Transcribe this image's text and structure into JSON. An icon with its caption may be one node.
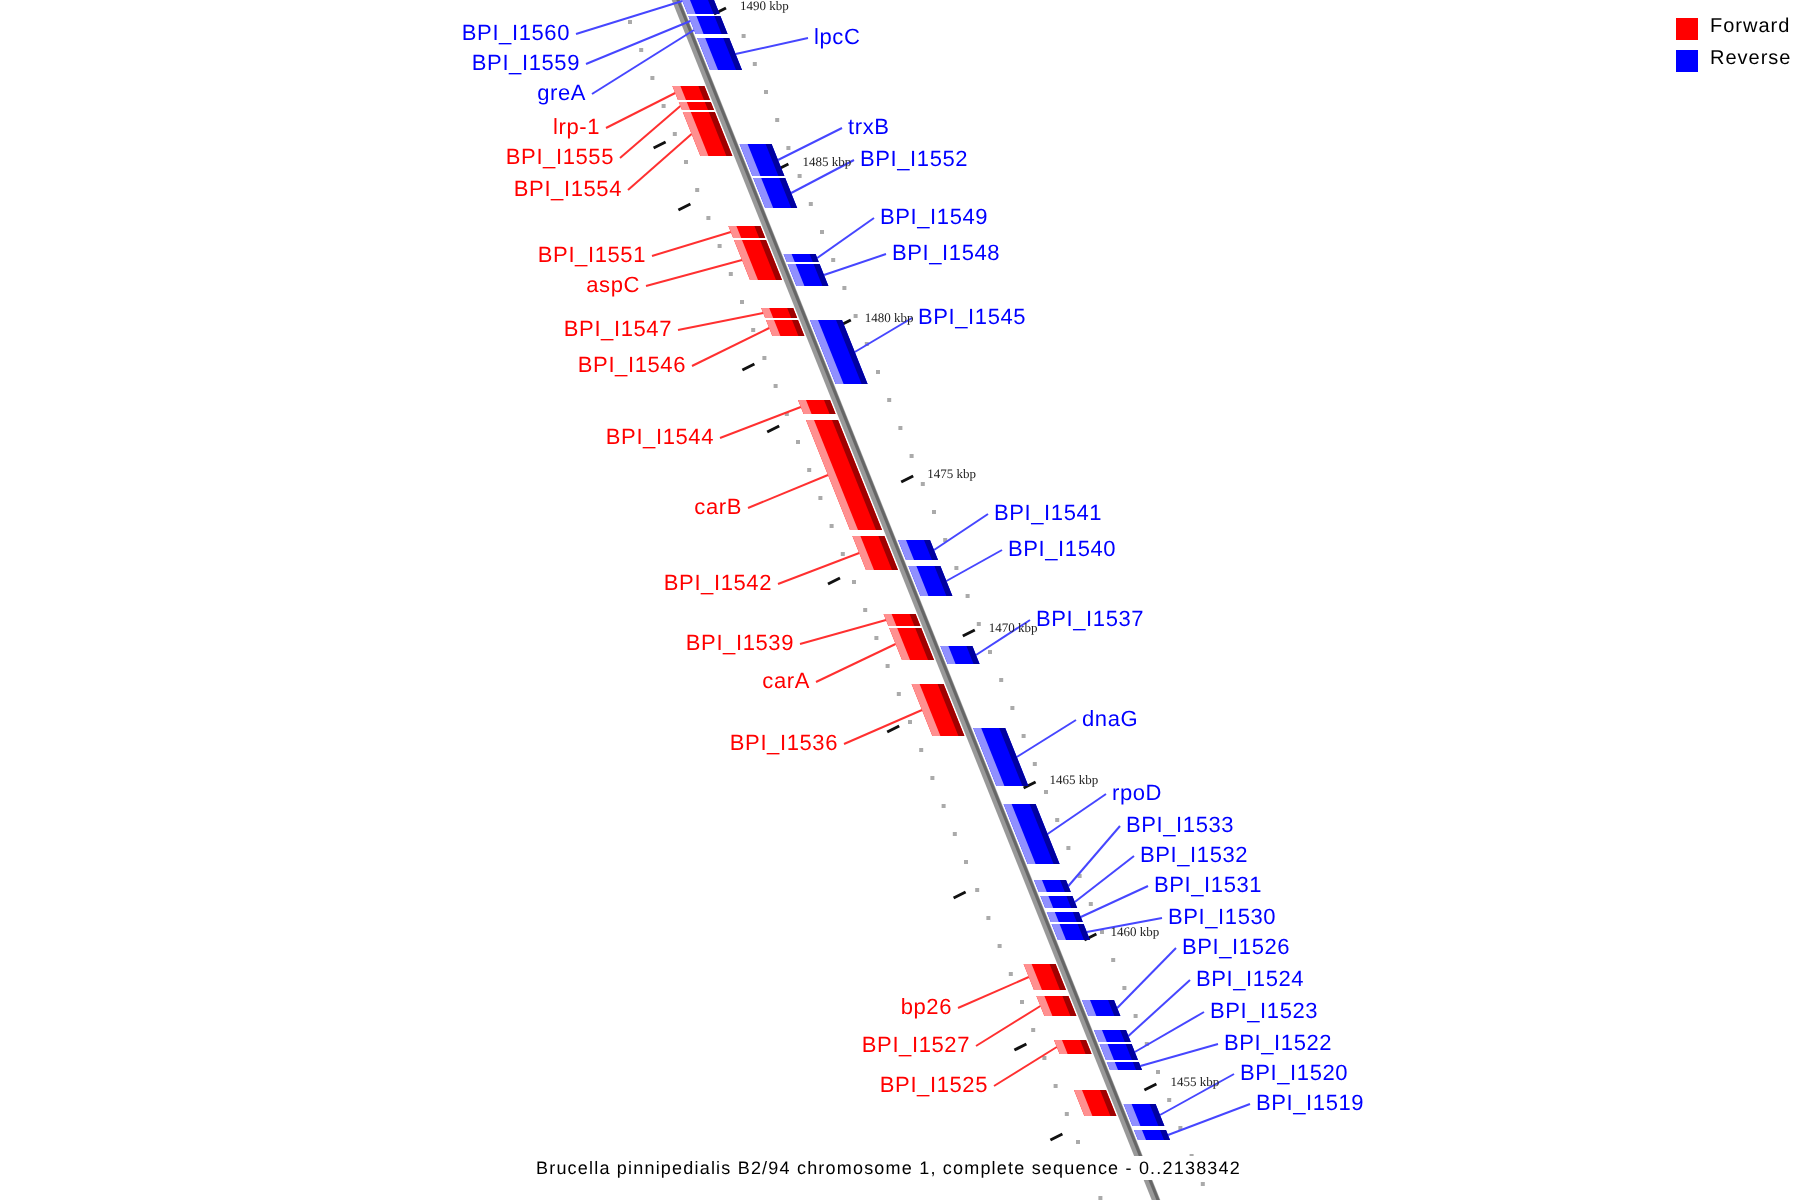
{
  "diagram": {
    "caption": "Brucella pinnipedialis B2/94 chromosome 1, complete sequence - 0..2138342",
    "nodes": [
      {
        "text": [
          "BPI_I1560"
        ]
      },
      {
        "text": [],
        "shape": "bar"
      },
      {
        "text": [
          "lpcC"
        ]
      },
      {
        "text": [],
        "shape": "bar"
      },
      {
        "text": [
          "BPI_I1559"
        ]
      },
      {
        "text": [],
        "shape": "bar"
      },
      {
        "text": [
          "greA"
        ]
      },
      {
        "text": [],
        "shape": "bar"
      },
      {
        "text": [
          "lrp-1"
        ]
      },
      {
        "text": [],
        "shape": "bar"
      },
      {
        "text": [
          "trxB"
        ]
      },
      {
        "text": [],
        "shape": "bar"
      },
      {
        "text": [
          "BPI_I1555"
        ]
      },
      {
        "text": [],
        "shape": "bar"
      },
      {
        "text": [
          "BPI_I1552"
        ]
      },
      {
        "text": [],
        "shape": "bar"
      },
      {
        "text": [
          "BPI_I1554"
        ]
      },
      {
        "text": [],
        "shape": "bar"
      },
      {
        "text": [
          "BPI_I1549"
        ]
      },
      {
        "text": [],
        "shape": "bar"
      },
      {
        "text": [
          "BPI_I1548"
        ]
      },
      {
        "text": [],
        "shape": "bar"
      },
      {
        "text": [
          "BPI_I1551"
        ]
      },
      {
        "text": [],
        "shape": "bar"
      },
      {
        "text": [
          "aspC"
        ]
      },
      {
        "text": [],
        "shape": "bar"
      },
      {
        "text": [
          "BPI_I1545"
        ]
      },
      {
        "text": [],
        "shape": "bar"
      },
      {
        "text": [
          "BPI_I1547"
        ]
      },
      {
        "text": [],
        "shape": "bar"
      },
      {
        "text": [
          "BPI_I1546"
        ]
      },
      {
        "text": [],
        "shape": "bar"
      },
      {
        "text": [
          "BPI_I1544"
        ]
      },
      {
        "text": [],
        "shape": "bar"
      },
      {
        "text": [
          "carB"
        ]
      },
      {
        "text": [],
        "shape": "bar"
      },
      {
        "text": [
          "BPI_I1541"
        ]
      },
      {
        "text": [],
        "shape": "bar"
      },
      {
        "text": [
          "BPI_I1540"
        ]
      },
      {
        "text": [],
        "shape": "bar"
      },
      {
        "text": [
          "BPI_I1542"
        ]
      },
      {
        "text": [],
        "shape": "bar"
      },
      {
        "text": [
          "BPI_I1537"
        ]
      },
      {
        "text": [],
        "shape": "bar"
      },
      {
        "text": [
          "BPI_I1539"
        ]
      },
      {
        "text": [],
        "shape": "bar"
      },
      {
        "text": [
          "carA"
        ]
      },
      {
        "text": [],
        "shape": "bar"
      },
      {
        "text": [
          "dnaG"
        ]
      },
      {
        "text": [],
        "shape": "bar"
      },
      {
        "text": [
          "BPI_I1536"
        ]
      },
      {
        "text": [],
        "shape": "bar"
      },
      {
        "text": [
          "rpoD"
        ]
      },
      {
        "text": [],
        "shape": "bar"
      },
      {
        "text": [
          "BPI_I1533"
        ]
      },
      {
        "text": [],
        "shape": "bar"
      },
      {
        "text": [
          "BPI_I1532"
        ]
      },
      {
        "text": [],
        "shape": "bar"
      },
      {
        "text": [
          "BPI_I1531"
        ]
      },
      {
        "text": [],
        "shape": "bar"
      },
      {
        "text": [
          "BPI_I1530"
        ]
      },
      {
        "text": [],
        "shape": "bar"
      },
      {
        "text": [
          "BPI_I1526"
        ]
      },
      {
        "text": [],
        "shape": "bar"
      },
      {
        "text": [
          "BPI_I1524"
        ]
      },
      {
        "text": [],
        "shape": "bar"
      },
      {
        "text": [
          "bp26"
        ]
      },
      {
        "text": [],
        "shape": "bar"
      },
      {
        "text": [
          "BPI_I1523"
        ]
      },
      {
        "text": [],
        "shape": "bar"
      },
      {
        "text": [
          "BPI_I1522"
        ]
      },
      {
        "text": [],
        "shape": "bar"
      },
      {
        "text": [
          "BPI_I1527"
        ]
      },
      {
        "text": [],
        "shape": "bar"
      },
      {
        "text": [
          "BPI_I1520"
        ]
      },
      {
        "text": [],
        "shape": "bar"
      },
      {
        "text": [
          "BPI_I1525"
        ]
      },
      {
        "text": [],
        "shape": "bar"
      },
      {
        "text": [
          "BPI_I1519"
        ]
      },
      {
        "text": [],
        "shape": "bar"
      },
      {
        "text": [],
        "shape": "bar"
      }
    ],
    "edges": [
      {
        "from": 0,
        "to": 1,
        "arrow": "none"
      },
      {
        "from": 2,
        "to": 3,
        "arrow": "none"
      },
      {
        "from": 4,
        "to": 5,
        "arrow": "none"
      },
      {
        "from": 6,
        "to": 7,
        "arrow": "none"
      },
      {
        "from": 8,
        "to": 9,
        "arrow": "none",
        "color": "#ff3030"
      },
      {
        "from": 10,
        "to": 11,
        "arrow": "none"
      },
      {
        "from": 12,
        "to": 13,
        "arrow": "none",
        "color": "#ff3030"
      },
      {
        "from": 14,
        "to": 15,
        "arrow": "none"
      },
      {
        "from": 16,
        "to": 17,
        "arrow": "none",
        "color": "#ff3030"
      },
      {
        "from": 18,
        "to": 19,
        "arrow": "none"
      },
      {
        "from": 20,
        "to": 21,
        "arrow": "none"
      },
      {
        "from": 22,
        "to": 23,
        "arrow": "none",
        "color": "#ff3030"
      },
      {
        "from": 24,
        "to": 25,
        "arrow": "none",
        "color": "#ff3030"
      },
      {
        "from": 26,
        "to": 27,
        "arrow": "none"
      },
      {
        "from": 28,
        "to": 29,
        "arrow": "none",
        "color": "#ff3030"
      },
      {
        "from": 30,
        "to": 31,
        "arrow": "none",
        "color": "#ff3030"
      },
      {
        "from": 32,
        "to": 33,
        "arrow": "none",
        "color": "#ff3030"
      },
      {
        "from": 34,
        "to": 35,
        "arrow": "none",
        "color": "#ff3030"
      },
      {
        "from": 36,
        "to": 37,
        "arrow": "none"
      },
      {
        "from": 38,
        "to": 39,
        "arrow": "none"
      },
      {
        "from": 40,
        "to": 41,
        "arrow": "none",
        "color": "#ff3030"
      },
      {
        "from": 42,
        "to": 43,
        "arrow": "none"
      },
      {
        "from": 44,
        "to": 45,
        "arrow": "none",
        "color": "#ff3030"
      },
      {
        "from": 46,
        "to": 47,
        "arrow": "none",
        "color": "#ff3030"
      },
      {
        "from": 48,
        "to": 49,
        "arrow": "none"
      },
      {
        "from": 50,
        "to": 51,
        "arrow": "none",
        "color": "#ff3030"
      },
      {
        "from": 52,
        "to": 53,
        "arrow": "none"
      },
      {
        "from": 54,
        "to": 55,
        "arrow": "none"
      },
      {
        "from": 56,
        "to": 57,
        "arrow": "none"
      },
      {
        "from": 58,
        "to": 59,
        "arrow": "none"
      },
      {
        "from": 60,
        "to": 61,
        "arrow": "none"
      },
      {
        "from": 62,
        "to": 63,
        "arrow": "none"
      },
      {
        "from": 64,
        "to": 65,
        "arrow": "none"
      },
      {
        "from": 66,
        "to": 67,
        "arrow": "none",
        "color": "#ff3030"
      },
      {
        "from": 68,
        "to": 69,
        "arrow": "none"
      },
      {
        "from": 70,
        "to": 71,
        "arrow": "none"
      },
      {
        "from": 72,
        "to": 73,
        "arrow": "none",
        "color": "#ff3030"
      },
      {
        "from": 74,
        "to": 75,
        "arrow": "none"
      },
      {
        "from": 76,
        "to": 77,
        "arrow": "none",
        "color": "#ff3030"
      },
      {
        "from": 78,
        "to": 79,
        "arrow": "none"
      }
    ],
    "labels": [
      "1490 kbp",
      "1485 kbp",
      "1480 kbp",
      "1475 kbp",
      "1470 kbp",
      "1465 kbp",
      "1460 kbp",
      "1455 kbp"
    ],
    "legend": [
      {
        "text": "Forward",
        "color": "#ff0000"
      },
      {
        "text": "Reverse",
        "color": "#0000ff"
      }
    ]
  }
}
